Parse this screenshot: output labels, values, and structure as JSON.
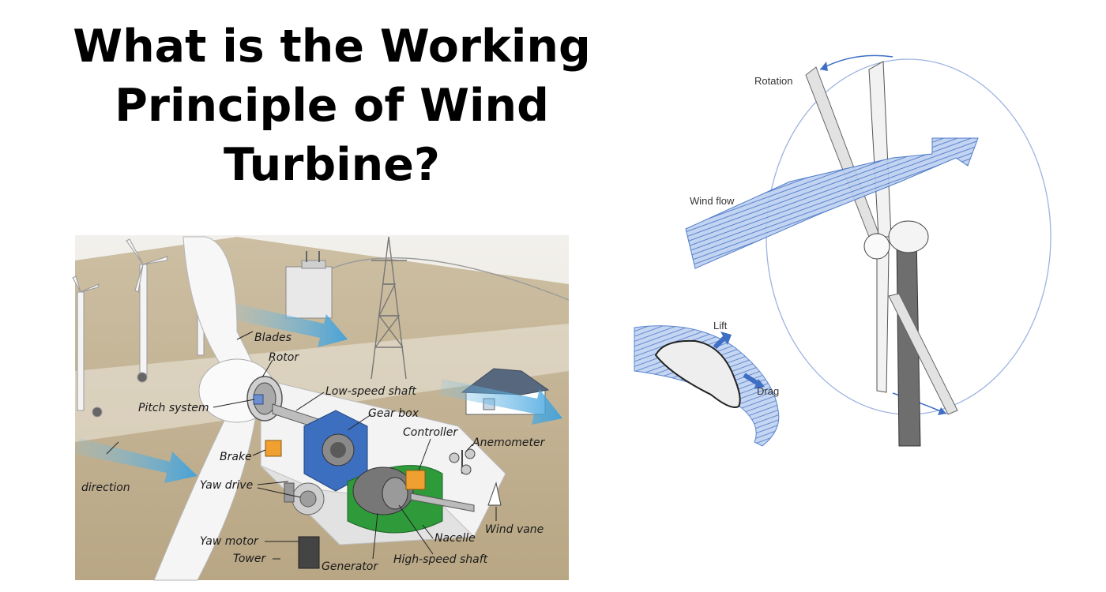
{
  "title_lines": [
    "What is the Working",
    "Principle of Wind",
    "Turbine?"
  ],
  "left_diagram": {
    "labels": {
      "blades": "Blades",
      "rotor": "Rotor",
      "pitch_system": "Pitch system",
      "low_speed_shaft": "Low-speed shaft",
      "gear_box": "Gear box",
      "controller": "Controller",
      "anemometer": "Anemometer",
      "brake": "Brake",
      "direction": "direction",
      "yaw_drive": "Yaw drive",
      "wind_vane": "Wind vane",
      "nacelle": "Nacelle",
      "yaw_motor": "Yaw motor",
      "tower": "Tower",
      "generator": "Generator",
      "high_speed_shaft": "High-speed shaft"
    }
  },
  "right_diagram": {
    "labels": {
      "rotation": "Rotation",
      "wind_flow": "Wind flow",
      "lift": "Lift",
      "drag": "Drag"
    }
  },
  "colors": {
    "wind_arrow": "#3f6fc4",
    "gearbox": "#3d6fc0",
    "generator_base": "#2e9a3a",
    "brake": "#f0a030"
  }
}
